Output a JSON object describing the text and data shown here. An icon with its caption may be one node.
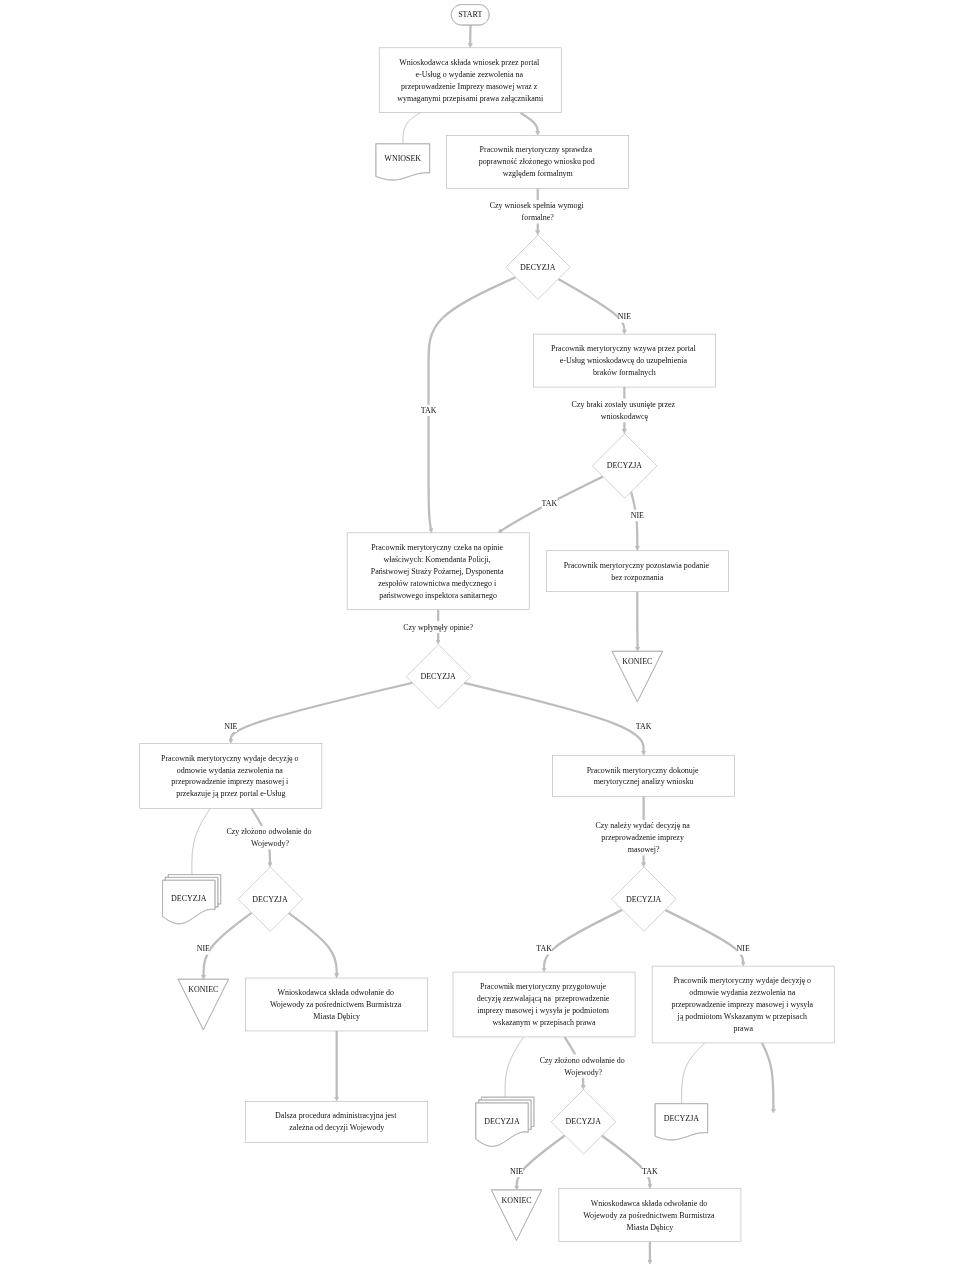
{
  "diagram": {
    "nodes": [
      {
        "text": [
          "START"
        ]
      },
      {
        "text": [
          "Wnioskodawca składa wniosek przez portal e-Usług o wydanie zezwolenia na przeprowadzenie Imprezy masowej wraz z wymaganymi przepisami prawa załącznikami"
        ]
      },
      {
        "text": [
          "WNIOSEK"
        ]
      },
      {
        "text": [
          "Pracownik merytoryczny sprawdza  poprawność złożonego wniosku pod względem formalnym"
        ]
      },
      {
        "text": [
          "DECYZJA"
        ]
      },
      {
        "text": [
          "Pracownik merytoryczny wzywa przez portal e-Usług wnioskodawcę do uzupełnienia braków formalnych"
        ]
      },
      {
        "text": [
          "Pracownik merytoryczny czeka na opinie właściwych: Komendanta Policji, Państwowej Straży Pożarnej, Dysponenta zespołów ratownictwa medycznego i państwowego inspektora sanitarnego"
        ]
      },
      {
        "text": [
          "DECYZJA"
        ]
      },
      {
        "text": [
          "Pracownik merytoryczny pozostawia podanie bez rozpoznania"
        ]
      },
      {
        "text": [
          "DECYZJA"
        ]
      },
      {
        "text": [
          "Pracownik merytoryczny wydaje decyzję o odmowie wydania zezwolenia na przeprowadzenie imprezy masowej i przekazuje ją przez portal e-Usług"
        ]
      },
      {
        "text": [
          "KONIEC"
        ]
      },
      {
        "text": [
          "DECYZJA"
        ]
      },
      {
        "text": [
          "Pracownik merytoryczny dokonuje merytorycznej analizy wniosku"
        ]
      },
      {
        "text": [
          "DECYZJA"
        ]
      },
      {
        "text": [
          "KONIEC"
        ]
      },
      {
        "text": [
          "DECYZJA"
        ]
      },
      {
        "text": [
          "Wnioskodawca składa odwołanie do Wojewody za pośrednictwem Burmistrza Miasta Dębicy"
        ]
      },
      {
        "text": [
          "Dalsza procedura administracyjna jest zależna od decyzji Wojewody"
        ]
      },
      {
        "text": [
          "Pracownik merytoryczny przygotowuje decyzję zezwalającą na  przeprowadzenie imprezy masowej i wysyła je podmiotom wskazanym w przepisach prawa"
        ]
      },
      {
        "text": [
          "DECYZJA"
        ]
      },
      {
        "text": [
          "DECYZJA"
        ]
      },
      {
        "text": [
          "DECYZJA"
        ]
      },
      {
        "text": [
          "KONIEC"
        ]
      },
      {
        "text": [
          "Wnioskodawca składa odwołanie do Wojewody za pośrednictwem Burmistrza Miasta Dębicy"
        ]
      },
      {
        "text": [
          "Pracownik merytoryczny wydaje decyzję o odmowie wydania zezwolenia na przeprowadzenie imprezy masowej i wysyła ją podmiotom Wskazanym w przepisach prawa"
        ]
      }
    ],
    "edges": [
      {
        "from": 0,
        "to": 1,
        "arrow": "to"
      },
      {
        "from": 1,
        "to": 2,
        "arrow": "none"
      },
      {
        "from": 1,
        "to": 3,
        "arrow": "to"
      },
      {
        "from": 3,
        "to": 4,
        "arrow": "to",
        "label": "Czy wniosek spełnia wymogi formalne?"
      },
      {
        "from": 4,
        "to": 5,
        "arrow": "to",
        "label": "NIE"
      },
      {
        "from": 4,
        "to": 6,
        "arrow": "to",
        "label": "TAK"
      },
      {
        "from": 5,
        "to": 7,
        "arrow": "to",
        "label": "Czy braki zostały usunięte przez wnioskodawcę"
      },
      {
        "from": 7,
        "to": 6,
        "arrow": "to",
        "label": "TAK"
      },
      {
        "from": 7,
        "to": 8,
        "arrow": "to",
        "label": "NIE"
      },
      {
        "from": 8,
        "to": 11,
        "arrow": "to"
      },
      {
        "from": 6,
        "to": 9,
        "arrow": "to",
        "label": "Czy wpłynęły opinie?"
      },
      {
        "from": 9,
        "to": 10,
        "arrow": "to",
        "label": "NIE"
      },
      {
        "from": 9,
        "to": 13,
        "arrow": "to",
        "label": "TAK"
      },
      {
        "from": 10,
        "to": 12,
        "arrow": "none"
      },
      {
        "from": 10,
        "to": 14,
        "arrow": "to",
        "label": "Czy złożono odwołanie do Wojewody?"
      },
      {
        "from": 14,
        "to": 15,
        "arrow": "to",
        "label": "NIE"
      },
      {
        "from": 14,
        "to": 17,
        "arrow": "to"
      },
      {
        "from": 17,
        "to": 18,
        "arrow": "to"
      },
      {
        "from": 13,
        "to": 16,
        "arrow": "to",
        "label": "Czy należy wydać decyzję na przeprowadzenie imprezy masowej?"
      },
      {
        "from": 16,
        "to": 19,
        "arrow": "to",
        "label": "TAK"
      },
      {
        "from": 16,
        "to": 25,
        "arrow": "to",
        "label": "NIE"
      },
      {
        "from": 19,
        "to": 20,
        "arrow": "none"
      },
      {
        "from": 19,
        "to": 21,
        "arrow": "to",
        "label": "Czy złożono odwołanie do Wojewody?"
      },
      {
        "from": 21,
        "to": 23,
        "arrow": "to",
        "label": "NIE"
      },
      {
        "from": 21,
        "to": 24,
        "arrow": "to",
        "label": "TAK"
      },
      {
        "from": 24,
        "to": null,
        "arrow": "to"
      },
      {
        "from": 25,
        "to": 22,
        "arrow": "none"
      },
      {
        "from": 25,
        "to": null,
        "arrow": "to"
      }
    ]
  }
}
